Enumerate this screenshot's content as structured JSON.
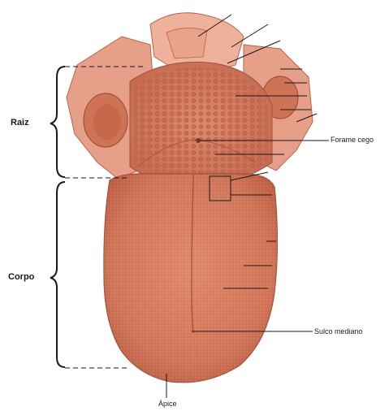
{
  "labels": {
    "raiz": "Raiz",
    "corpo": "Corpo",
    "forame_cego": "Forame cego",
    "sulco_mediano": "Sulco mediano",
    "apice": "Ápice"
  },
  "colors": {
    "tongue_body": "#d2765a",
    "tongue_dark": "#b65a40",
    "tongue_light": "#e79a7c",
    "root_tissue": "#e8a48c",
    "leader_line": "#1a1a1a"
  }
}
